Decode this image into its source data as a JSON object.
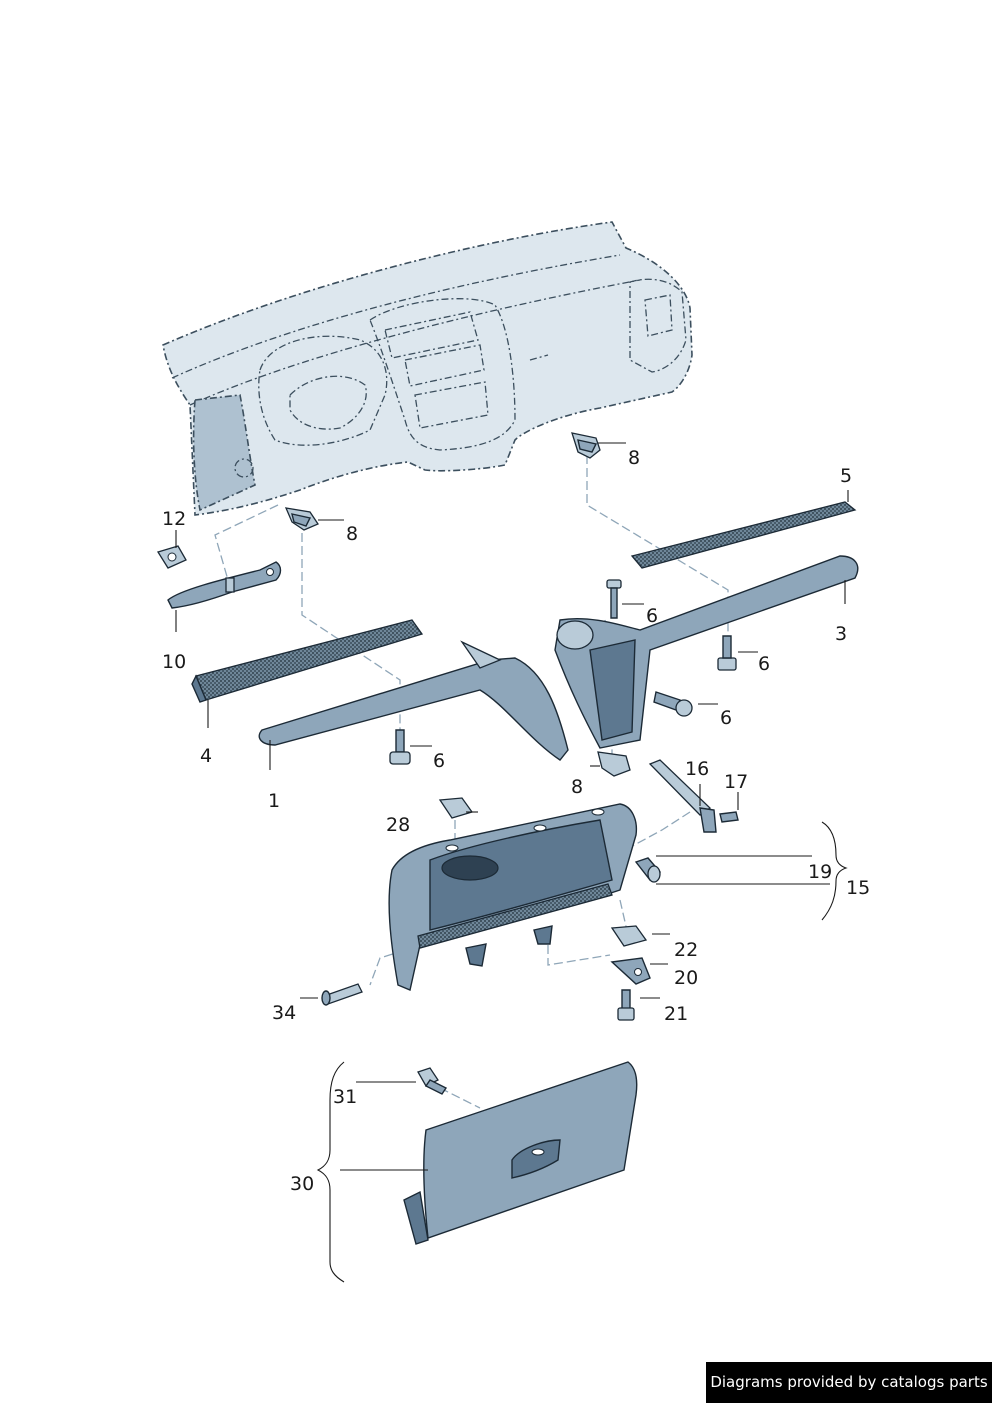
{
  "callouts": [
    {
      "id": "c1",
      "label": "1"
    },
    {
      "id": "c3",
      "label": "3"
    },
    {
      "id": "c4",
      "label": "4"
    },
    {
      "id": "c5",
      "label": "5"
    },
    {
      "id": "c6a",
      "label": "6"
    },
    {
      "id": "c6b",
      "label": "6"
    },
    {
      "id": "c6c",
      "label": "6"
    },
    {
      "id": "c6d",
      "label": "6"
    },
    {
      "id": "c8a",
      "label": "8"
    },
    {
      "id": "c8b",
      "label": "8"
    },
    {
      "id": "c8c",
      "label": "8"
    },
    {
      "id": "c10",
      "label": "10"
    },
    {
      "id": "c12",
      "label": "12"
    },
    {
      "id": "c15",
      "label": "15"
    },
    {
      "id": "c16",
      "label": "16"
    },
    {
      "id": "c17",
      "label": "17"
    },
    {
      "id": "c19",
      "label": "19"
    },
    {
      "id": "c20",
      "label": "20"
    },
    {
      "id": "c21",
      "label": "21"
    },
    {
      "id": "c22",
      "label": "22"
    },
    {
      "id": "c28",
      "label": "28"
    },
    {
      "id": "c30",
      "label": "30"
    },
    {
      "id": "c31",
      "label": "31"
    },
    {
      "id": "c34",
      "label": "34"
    }
  ],
  "credit": "Diagrams provided by catalogs parts"
}
